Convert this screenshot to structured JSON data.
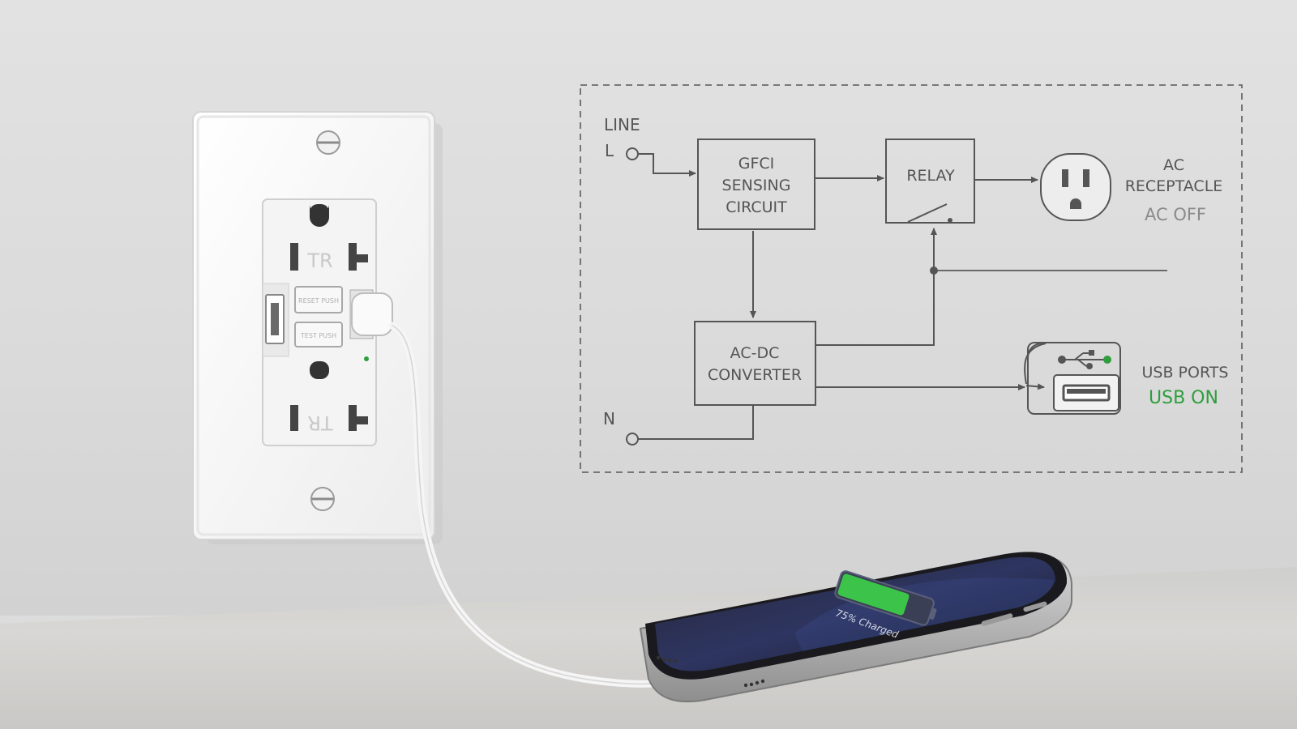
{
  "diagram": {
    "line_label": "LINE",
    "l_label": "L",
    "n_label": "N",
    "gfci_lines": [
      "GFCI",
      "SENSING",
      "CIRCUIT"
    ],
    "relay_label": "RELAY",
    "converter_lines": [
      "AC-DC",
      "CONVERTER"
    ],
    "ac_receptacle_lines": [
      "AC",
      "RECEPTACLE"
    ],
    "ac_status": "AC OFF",
    "usb_ports_label": "USB PORTS",
    "usb_status": "USB ON",
    "usb_status_color": "#2e9e3e",
    "ac_status_color": "#8a8a8a"
  },
  "outlet": {
    "top_tr": "TR",
    "bottom_tr": "TR",
    "reset_label": "RESET PUSH",
    "test_label": "TEST PUSH"
  },
  "phone": {
    "charge_text": "75% Charged",
    "charge_percent": 75,
    "battery_color": "#3cc44a"
  }
}
